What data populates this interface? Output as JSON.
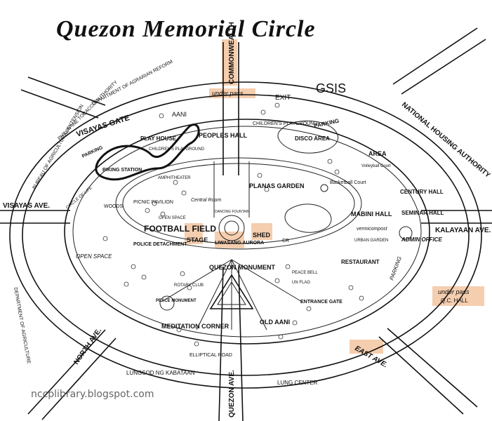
{
  "title": "Quezon Memorial Circle",
  "watermark": "nccplibrary.blogspot.com",
  "roads": {
    "commonwealth": "COMMONWEALTH",
    "visayas_ave": "VISAYAS AVE.",
    "kalayaan_ave": "KALAYAAN AVE.",
    "north_ave": "NORTH AVE.",
    "quezon_ave": "QUEZON AVE.",
    "east_ave": "EAST AVE.",
    "elliptical_road": "ELLIPTICAL ROAD",
    "lungsod": "LUNGSOD NG KABATAAN",
    "lung_center": "LUNG CENTER"
  },
  "surroundings": {
    "gsis": "GSIS",
    "nha": "NATIONAL HOUSING AUTHORITY",
    "bureau": "BUREAU OF AGRICULTURAL EXTENSION",
    "tobacco": "PHILIPPINE TOBACCO AUTHORITY",
    "agrarian": "DEPARTMENT OF AGRARIAN REFORM",
    "dept_agri": "DEPARTMENT OF AGRICULTURE",
    "underpass_top": "under pass",
    "underpass_right": "under pass",
    "qc_hall": "Q.C. HALL",
    "exit": "EXIT"
  },
  "places": {
    "visayas_gate": "VISAYAS GATE",
    "parking_left": "PARKING",
    "parking_top": "PARKING",
    "biking_station": "BIKING STATION",
    "circle_of_life": "CIRCLE OF LIFE",
    "woods": "WOODS",
    "aani": "AANI",
    "play_house": "PLAY HOUSE",
    "childrens_playground_small": "CHILDREN'S PLAYGROUND",
    "peoples_hall": "PEOPLES HALL",
    "childrens_playground": "CHILDREN'S PLAYGROUND",
    "disco_area": "DISCO AREA",
    "area": "AREA",
    "volleyball": "Volleyball Court",
    "basketball": "Basketball Court",
    "century_hall": "CENTURY HALL",
    "seminar_hall": "SEMINAR HALL",
    "admin_office": "ADMIN OFFICE",
    "mabini_hall": "MABINI HALL",
    "vermicompost": "vermicompost",
    "urban_garden": "URBAN GARDEN",
    "restaurant": "RESTAURANT",
    "parking_right": "PARKING",
    "amphitheater": "AMPHITHEATER",
    "picnic_pavilion": "PICNIC PAVILION",
    "football_field": "FOOTBALL FIELD",
    "open_space_small": "OPEN SPACE",
    "central_room": "Central Room",
    "stage": "STAGE",
    "dancing_fountain": "DANCING FOUNTAIN",
    "liwasang_aurora": "LIWASANG AURORA",
    "planas_garden": "PLANAS GARDEN",
    "shed": "SHED",
    "cr": "CR",
    "police_detachment": "POLICE DETACHMENT",
    "open_space": "OPEN SPACE",
    "quezon_monument": "QUEZON MONUMENT",
    "peace_monument": "PEACE MONUMENT",
    "rotary_club": "ROTARY CLUB",
    "peace_bell": "PEACE BELL",
    "un_flag": "UN FLAG",
    "entrance_gate": "ENTRANCE GATE",
    "meditation_corner": "MEDITATION CORNER",
    "old_aani": "OLD AANI"
  }
}
